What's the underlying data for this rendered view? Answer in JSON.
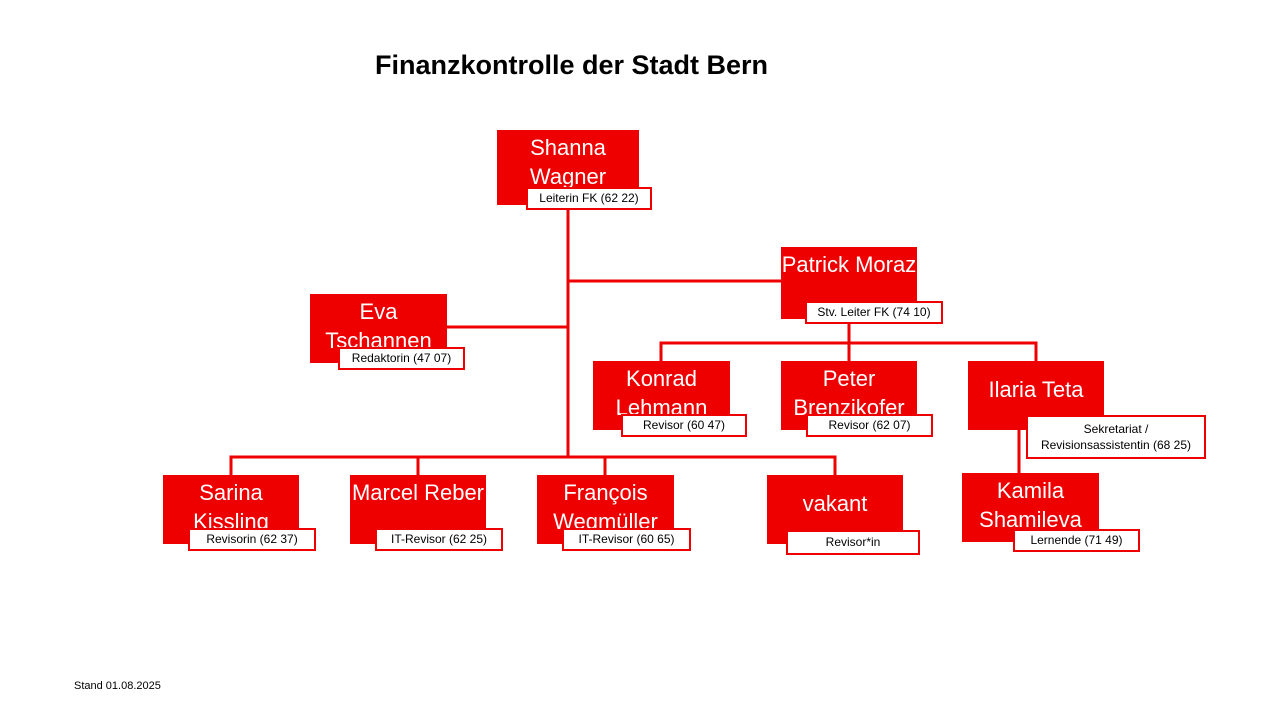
{
  "title": "Finanzkontrolle der Stadt Bern",
  "footer": "Stand 01.08.2025",
  "colors": {
    "accent": "#ee0000",
    "text_on_accent": "#ffffff"
  },
  "people": {
    "wagner": {
      "name": "Shanna Wagner",
      "role": "Leiterin FK (62 22)"
    },
    "moraz": {
      "name": "Patrick Moraz",
      "role": "Stv. Leiter FK (74 10)"
    },
    "tschannen": {
      "name": "Eva Tschannen",
      "role": "Redaktorin (47 07)"
    },
    "lehmann": {
      "name": "Konrad Lehmann",
      "role": "Revisor (60 47)"
    },
    "brenzikofer": {
      "name": "Peter Brenzikofer",
      "role": "Revisor (62 07)"
    },
    "teta": {
      "name": "Ilaria Teta",
      "role": "Sekretariat / Revisionsassistentin (68 25)"
    },
    "shamileva": {
      "name": "Kamila Shamileva",
      "role": "Lernende (71 49)"
    },
    "kissling": {
      "name": "Sarina Kissling",
      "role": "Revisorin (62 37)"
    },
    "reber": {
      "name": "Marcel Reber",
      "role": "IT-Revisor (62 25)"
    },
    "wegmueller": {
      "name": "François Wegmüller",
      "role": "IT-Revisor (60 65)"
    },
    "vakant": {
      "name": "vakant",
      "role": "Revisor*in"
    }
  }
}
